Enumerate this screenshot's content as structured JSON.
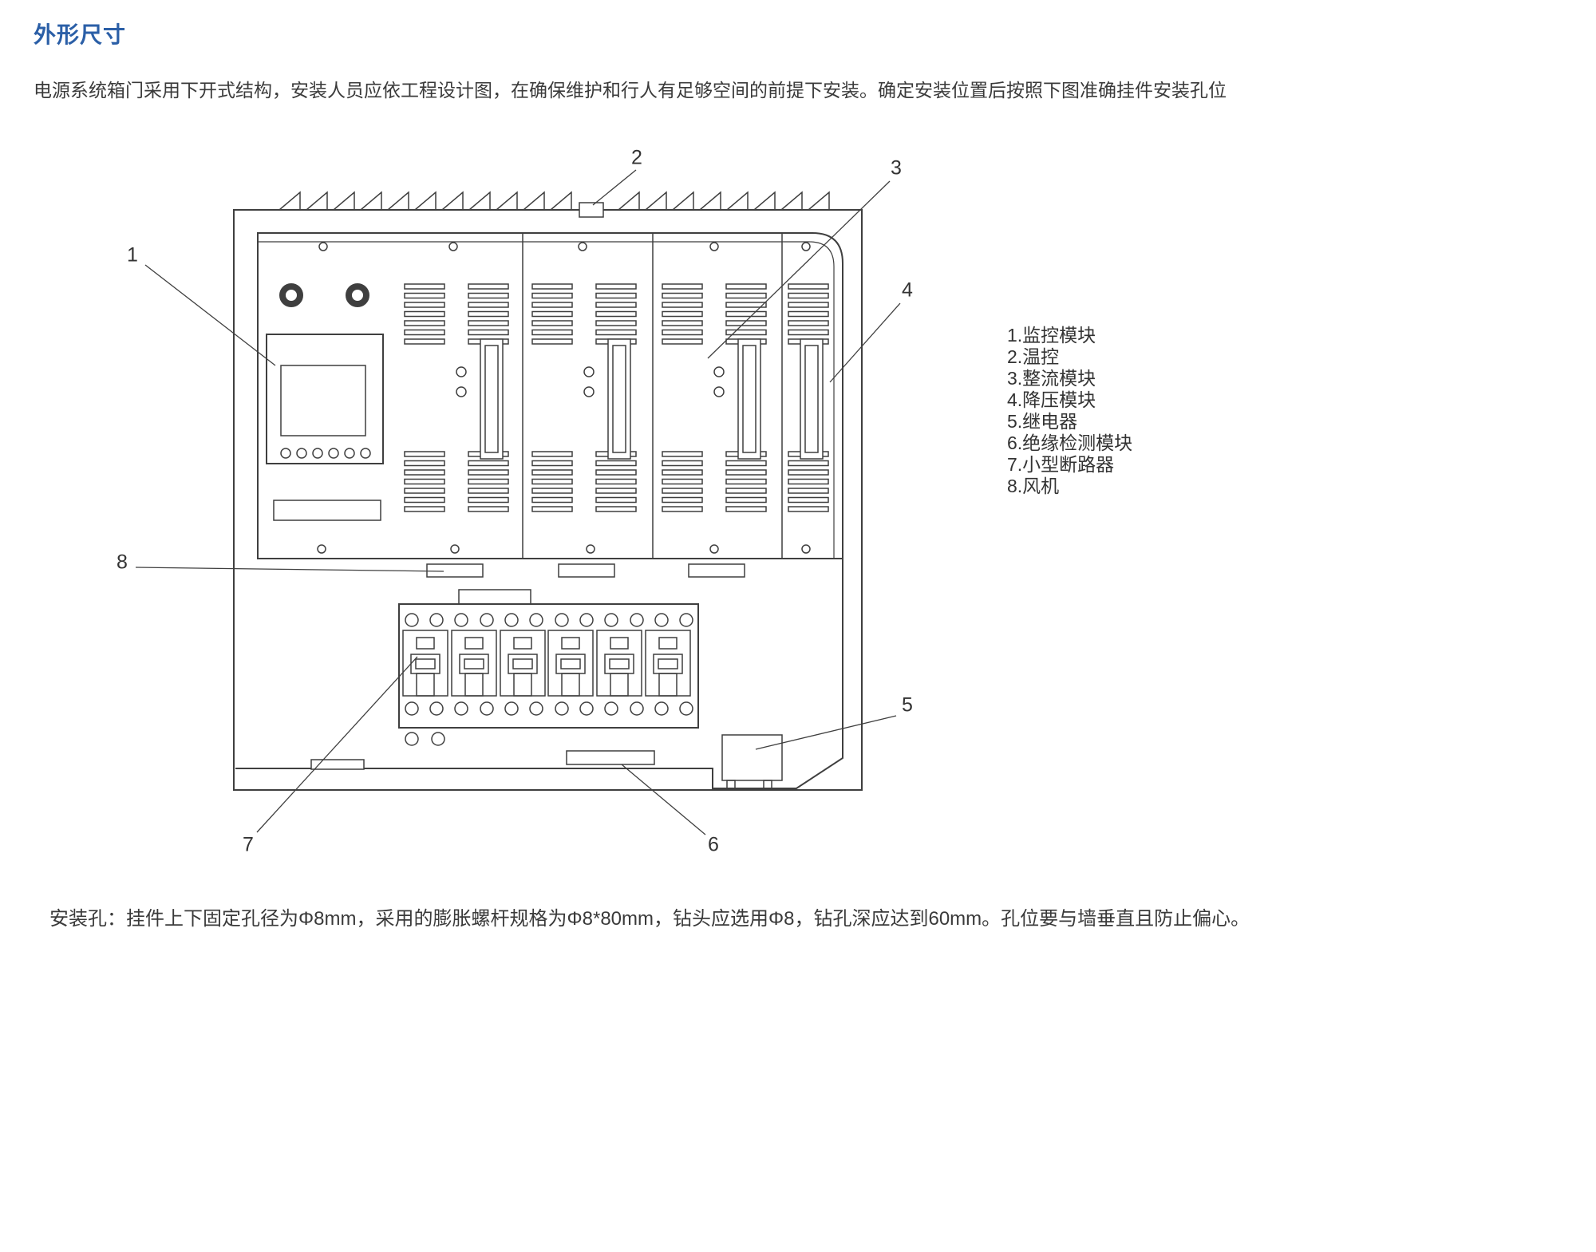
{
  "page": {
    "title": "外形尺寸",
    "intro": "电源系统箱门采用下开式结构，安装人员应依工程设计图，在确保维护和行人有足够空间的前提下安装。确定安装位置后按照下图准确挂件安装孔位",
    "footnote": "安装孔：挂件上下固定孔径为Φ8mm，采用的膨胀螺杆规格为Φ8*80mm，钻头应选用Φ8，钻孔深应达到60mm。孔位要与墙垂直且防止偏心。"
  },
  "colors": {
    "accent": "#2b5fa7",
    "line": "#3f3f3f",
    "text": "#333333"
  },
  "callouts": [
    "1",
    "2",
    "3",
    "4",
    "5",
    "6",
    "7",
    "8"
  ],
  "legend": {
    "items": [
      "1.监控模块",
      "2.温控",
      "3.整流模块",
      "4.降压模块",
      "5.继电器",
      "6.绝缘检测模块",
      "7.小型断路器",
      "8.风机"
    ]
  }
}
